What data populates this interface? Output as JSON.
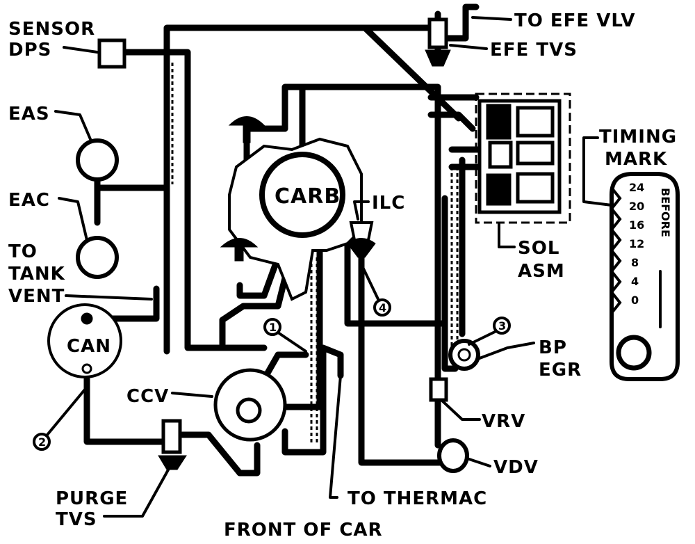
{
  "labels": {
    "sensor": "SENSOR",
    "dps": "DPS",
    "eas": "EAS",
    "eac": "EAC",
    "to": "TO",
    "tank": "TANK",
    "vent": "VENT",
    "can": "CAN",
    "ccv": "CCV",
    "purge": "PURGE",
    "tvs": "TVS",
    "front_of_car": "FRONT OF CAR",
    "to_thermac": "TO THERMAC",
    "vdv": "VDV",
    "vrv": "VRV",
    "bp": "BP",
    "egr": "EGR",
    "sol": "SOL",
    "asm": "ASM",
    "ilc": "ILC",
    "carb": "CARB",
    "to_efe_vlv": "TO EFE VLV",
    "efe_tvs": "EFE TVS",
    "timing": "TIMING",
    "mark": "MARK",
    "before": "BEFORE"
  },
  "timing_scale": [
    "24",
    "20",
    "16",
    "12",
    "8",
    "4",
    "0"
  ],
  "callouts": [
    "1",
    "2",
    "3",
    "4"
  ]
}
